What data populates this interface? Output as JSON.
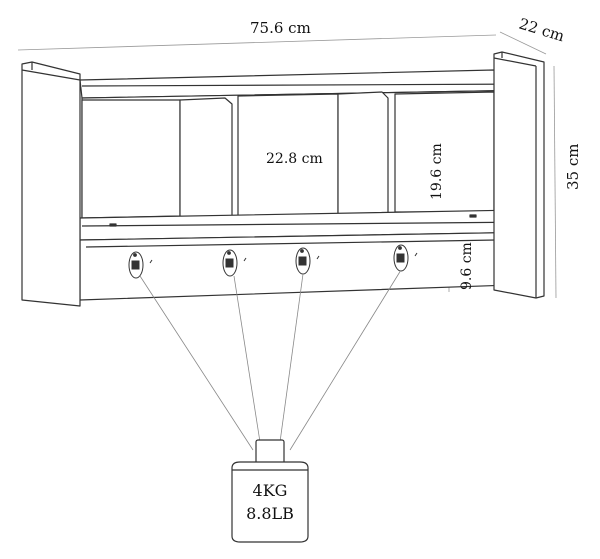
{
  "dimensions": {
    "width": "75.6 cm",
    "depth": "22 cm",
    "height": "35 cm",
    "compartment_width": "22.8 cm",
    "compartment_height": "19.6 cm",
    "hook_rail_height": "9.6 cm"
  },
  "weight": {
    "kg": "4KG",
    "lb": "8.8LB"
  },
  "colors": {
    "line": "#333333",
    "dim_line": "#999999",
    "load_line": "#888888"
  },
  "hooks": {
    "count": 4
  }
}
